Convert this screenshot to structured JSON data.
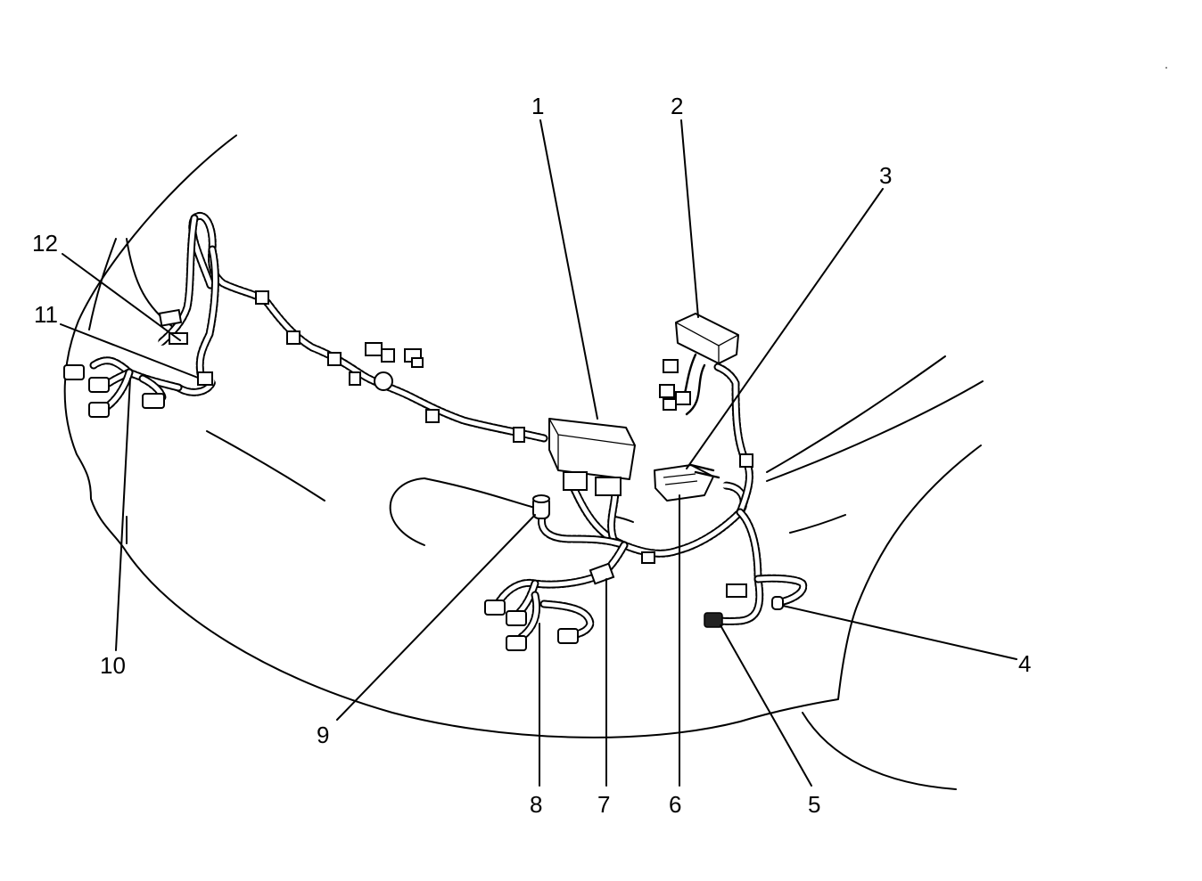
{
  "callouts": [
    {
      "id": 1,
      "label": "1"
    },
    {
      "id": 2,
      "label": "2"
    },
    {
      "id": 3,
      "label": "3"
    },
    {
      "id": 4,
      "label": "4"
    },
    {
      "id": 5,
      "label": "5"
    },
    {
      "id": 6,
      "label": "6"
    },
    {
      "id": 7,
      "label": "7"
    },
    {
      "id": 8,
      "label": "8"
    },
    {
      "id": 9,
      "label": "9"
    },
    {
      "id": 10,
      "label": "10"
    },
    {
      "id": 11,
      "label": "11"
    },
    {
      "id": 12,
      "label": "12"
    }
  ],
  "colors": {
    "ink": "#000000",
    "background": "#ffffff"
  }
}
